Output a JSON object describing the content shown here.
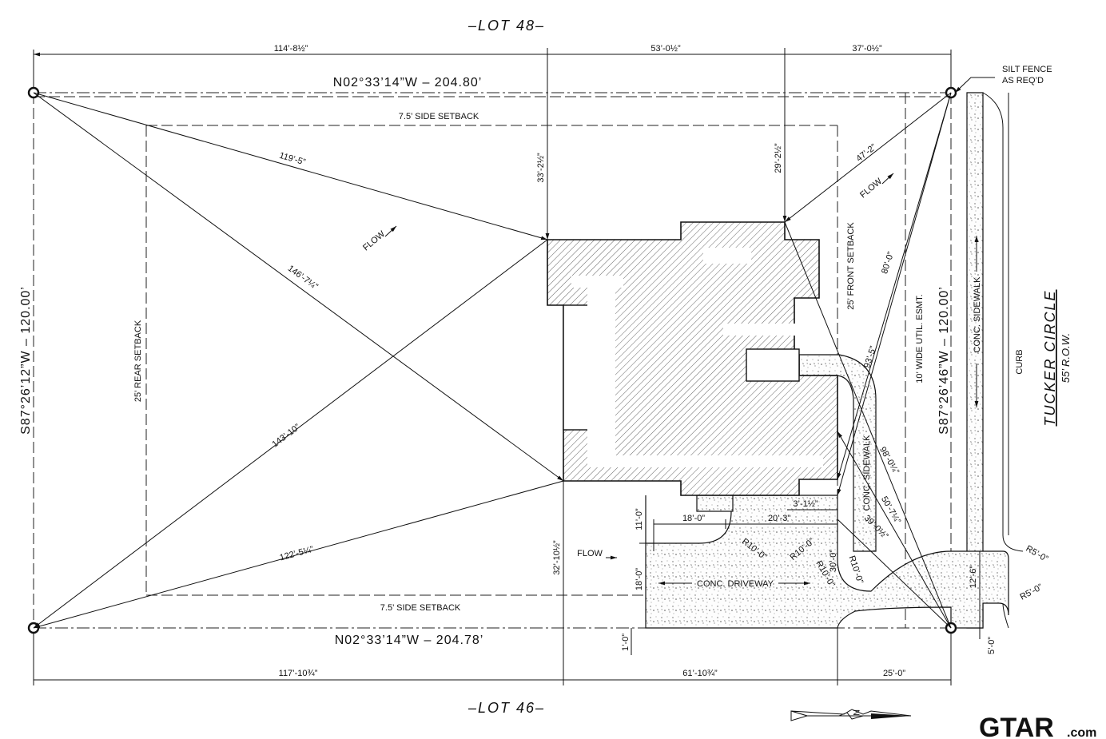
{
  "lot_top": "–LOT 48–",
  "lot_bottom": "–LOT 46–",
  "dims_top": [
    "114’-8½”",
    "53’-0½”",
    "37’-0½”"
  ],
  "dims_bottom": [
    "117’-10¾”",
    "61’-10¾”",
    "25’-0”"
  ],
  "bearing_top": "N02°33’14”W – 204.80’",
  "bearing_bottom": "N02°33’14”W – 204.78’",
  "bearing_left": "S87°26’12”W – 120.00’",
  "bearing_right": "S87°26’46”W – 120.00’",
  "setbacks": {
    "side_top": "7.5’ SIDE SETBACK",
    "side_bottom": "7.5’ SIDE SETBACK",
    "rear": "25’ REAR SETBACK",
    "front": "25’ FRONT SETBACK",
    "util": "10’ WIDE UTIL. ESMT."
  },
  "silt_fence": [
    "SILT FENCE",
    "AS REQ’D"
  ],
  "street": "TUCKER CIRCLE",
  "row": "55’ R.O.W.",
  "curb": "CURB",
  "sidewalk_right": "CONC. SIDEWALK",
  "sidewalk_front": "CONC. SIDEWALK",
  "driveway": "CONC. DRIVEWAY",
  "flow": "FLOW",
  "diagonals": {
    "d1": "119’-5”",
    "d2": "146’-7¼”",
    "d3": "143’-10”",
    "d4": "122’-5¼”",
    "d5": "47’-2”",
    "d6": "80’-0”",
    "d7": "93’-5”",
    "d8": "98’-0¼”",
    "d9": "50’-7¼”",
    "d10": "39’-0½”"
  },
  "vertical_dims": {
    "v1": "33’-2½”",
    "v2": "29’-2½”",
    "v3": "32’-10½”",
    "v4": "11’-0”",
    "v5": "18’-0”",
    "v6": "1’-0”",
    "v7": "30’-0”",
    "v8": "12’-6”",
    "v9": "5’-0”"
  },
  "drive_dims": {
    "h1": "18’-0”",
    "h2": "20’-3”",
    "h3": "3’-1½”"
  },
  "radii": {
    "r1": "R10’-0”",
    "r2": "R10’-0”",
    "r3": "R10’-0”",
    "r4": "R10’-0”",
    "r5": "R5’-0”",
    "r6": "R5’-0”"
  },
  "north_symbol": "N",
  "brand": {
    "name": "GTAR",
    "suffix": ".com",
    "color": "#000000"
  }
}
